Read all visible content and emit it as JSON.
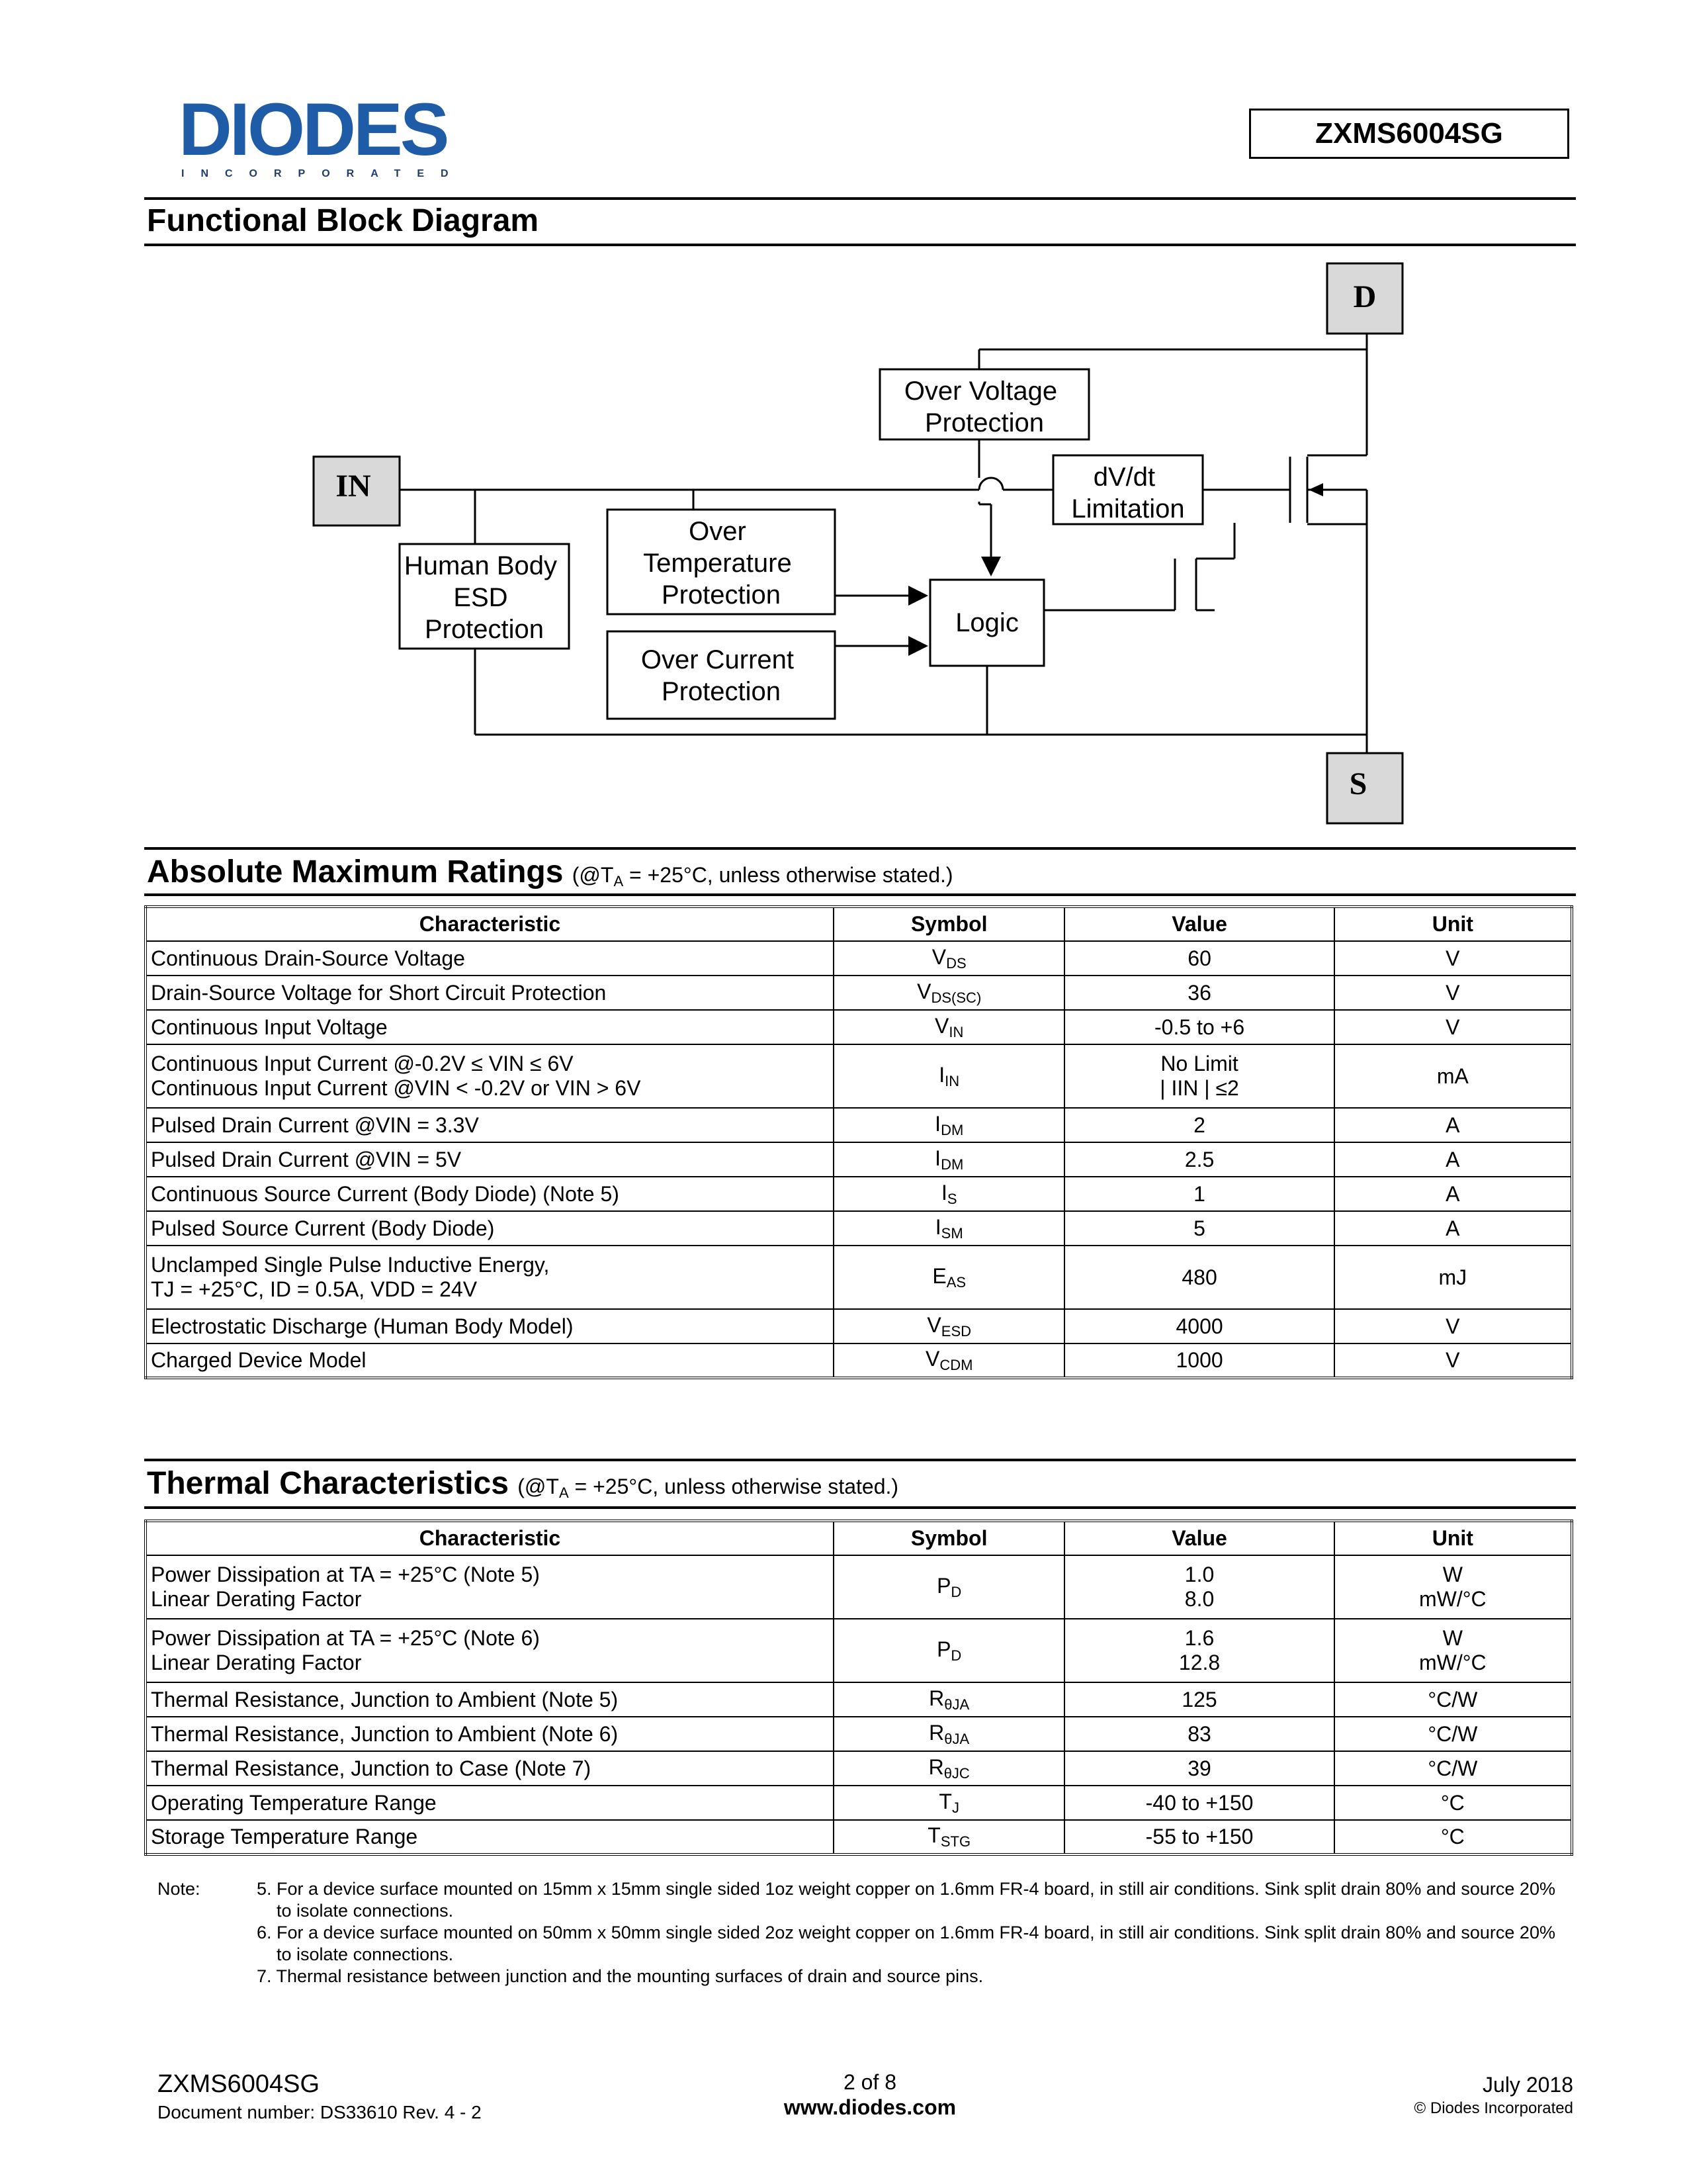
{
  "header": {
    "logo_text": "DIODES",
    "logo_subtext": "INCORPORATED",
    "part_number": "ZXMS6004SG"
  },
  "block_diagram": {
    "title": "Functional Block Diagram",
    "pins": {
      "drain": "D",
      "source": "S",
      "input": "IN"
    },
    "blocks": {
      "over_voltage": [
        "Over Voltage",
        "Protection"
      ],
      "dvdt": [
        "dV/dt",
        "Limitation"
      ],
      "esd": [
        "Human Body",
        "ESD",
        "Protection"
      ],
      "over_temp": [
        "Over",
        "Temperature",
        "Protection"
      ],
      "over_current": [
        "Over Current",
        "Protection"
      ],
      "logic": "Logic"
    }
  },
  "abs_max": {
    "title": "Absolute Maximum Ratings",
    "condition_prefix": "(@T",
    "condition_sub": "A",
    "condition_suffix": " = +25°C, unless otherwise stated.)",
    "headers": [
      "Characteristic",
      "Symbol",
      "Value",
      "Unit"
    ],
    "rows": [
      {
        "char": [
          "Continuous Drain-Source Voltage"
        ],
        "sym": "V",
        "sym_sub": "DS",
        "value": [
          "60"
        ],
        "unit": [
          "V"
        ]
      },
      {
        "char": [
          "Drain-Source Voltage for Short Circuit Protection"
        ],
        "sym": "V",
        "sym_sub": "DS(SC)",
        "value": [
          "36"
        ],
        "unit": [
          "V"
        ]
      },
      {
        "char": [
          "Continuous Input Voltage"
        ],
        "sym": "V",
        "sym_sub": "IN",
        "value": [
          "-0.5 to +6"
        ],
        "unit": [
          "V"
        ]
      },
      {
        "char": [
          "Continuous Input Current @-0.2V ≤ VIN ≤ 6V",
          "Continuous Input Current @VIN < -0.2V or VIN > 6V"
        ],
        "sym": "I",
        "sym_sub": "IN",
        "value": [
          "No Limit",
          "| IIN | ≤2"
        ],
        "unit": [
          "mA"
        ]
      },
      {
        "char": [
          "Pulsed Drain Current @VIN = 3.3V"
        ],
        "sym": "I",
        "sym_sub": "DM",
        "value": [
          "2"
        ],
        "unit": [
          "A"
        ]
      },
      {
        "char": [
          "Pulsed Drain Current @VIN = 5V"
        ],
        "sym": "I",
        "sym_sub": "DM",
        "value": [
          "2.5"
        ],
        "unit": [
          "A"
        ]
      },
      {
        "char": [
          "Continuous Source Current (Body Diode) (Note 5)"
        ],
        "sym": "I",
        "sym_sub": "S",
        "value": [
          "1"
        ],
        "unit": [
          "A"
        ]
      },
      {
        "char": [
          "Pulsed Source Current (Body Diode)"
        ],
        "sym": "I",
        "sym_sub": "SM",
        "value": [
          "5"
        ],
        "unit": [
          "A"
        ]
      },
      {
        "char": [
          "Unclamped Single Pulse Inductive Energy,",
          "TJ = +25°C, ID = 0.5A, VDD = 24V"
        ],
        "sym": "E",
        "sym_sub": "AS",
        "value": [
          "480"
        ],
        "unit": [
          "mJ"
        ]
      },
      {
        "char": [
          "Electrostatic Discharge (Human Body Model)"
        ],
        "sym": "V",
        "sym_sub": "ESD",
        "value": [
          "4000"
        ],
        "unit": [
          "V"
        ]
      },
      {
        "char": [
          "Charged Device Model"
        ],
        "sym": "V",
        "sym_sub": "CDM",
        "value": [
          "1000"
        ],
        "unit": [
          "V"
        ]
      }
    ]
  },
  "thermal": {
    "title": "Thermal Characteristics",
    "condition_prefix": "(@T",
    "condition_sub": "A",
    "condition_suffix": " = +25°C, unless otherwise stated.)",
    "headers": [
      "Characteristic",
      "Symbol",
      "Value",
      "Unit"
    ],
    "rows": [
      {
        "char": [
          "Power Dissipation at TA = +25°C (Note 5)",
          "Linear Derating Factor"
        ],
        "sym": "P",
        "sym_sub": "D",
        "value": [
          "1.0",
          "8.0"
        ],
        "unit": [
          "W",
          "mW/°C"
        ]
      },
      {
        "char": [
          "Power Dissipation at TA = +25°C (Note 6)",
          "Linear Derating Factor"
        ],
        "sym": "P",
        "sym_sub": "D",
        "value": [
          "1.6",
          "12.8"
        ],
        "unit": [
          "W",
          "mW/°C"
        ]
      },
      {
        "char": [
          "Thermal Resistance, Junction to Ambient (Note 5)"
        ],
        "sym": "R",
        "sym_sub": "θJA",
        "value": [
          "125"
        ],
        "unit": [
          "°C/W"
        ]
      },
      {
        "char": [
          "Thermal Resistance, Junction to Ambient (Note 6)"
        ],
        "sym": "R",
        "sym_sub": "θJA",
        "value": [
          "83"
        ],
        "unit": [
          "°C/W"
        ]
      },
      {
        "char": [
          "Thermal Resistance, Junction to Case (Note 7)"
        ],
        "sym": "R",
        "sym_sub": "θJC",
        "value": [
          "39"
        ],
        "unit": [
          "°C/W"
        ]
      },
      {
        "char": [
          "Operating Temperature Range"
        ],
        "sym": "T",
        "sym_sub": "J",
        "value": [
          "-40 to +150"
        ],
        "unit": [
          "°C"
        ]
      },
      {
        "char": [
          "Storage Temperature Range"
        ],
        "sym": "T",
        "sym_sub": "STG",
        "value": [
          "-55 to +150"
        ],
        "unit": [
          "°C"
        ]
      }
    ]
  },
  "notes": {
    "label": "Note:",
    "items": [
      "5. For a device surface mounted on 15mm x 15mm single sided 1oz weight copper on 1.6mm FR-4 board, in still air conditions. Sink split drain 80% and source 20% to isolate connections.",
      "6. For a device surface mounted on 50mm x 50mm single sided 2oz weight copper on 1.6mm FR-4 board, in still air conditions. Sink split drain 80% and source 20% to isolate connections.",
      "7. Thermal resistance between junction and the mounting surfaces of drain and source pins."
    ]
  },
  "footer": {
    "part": "ZXMS6004SG",
    "doc_number": "Document number: DS33610 Rev. 4 - 2",
    "page": "2 of 8",
    "url": "www.diodes.com",
    "date": "July 2018",
    "copyright": "© Diodes Incorporated"
  },
  "colors": {
    "logo_blue": "#1f5ca8"
  }
}
